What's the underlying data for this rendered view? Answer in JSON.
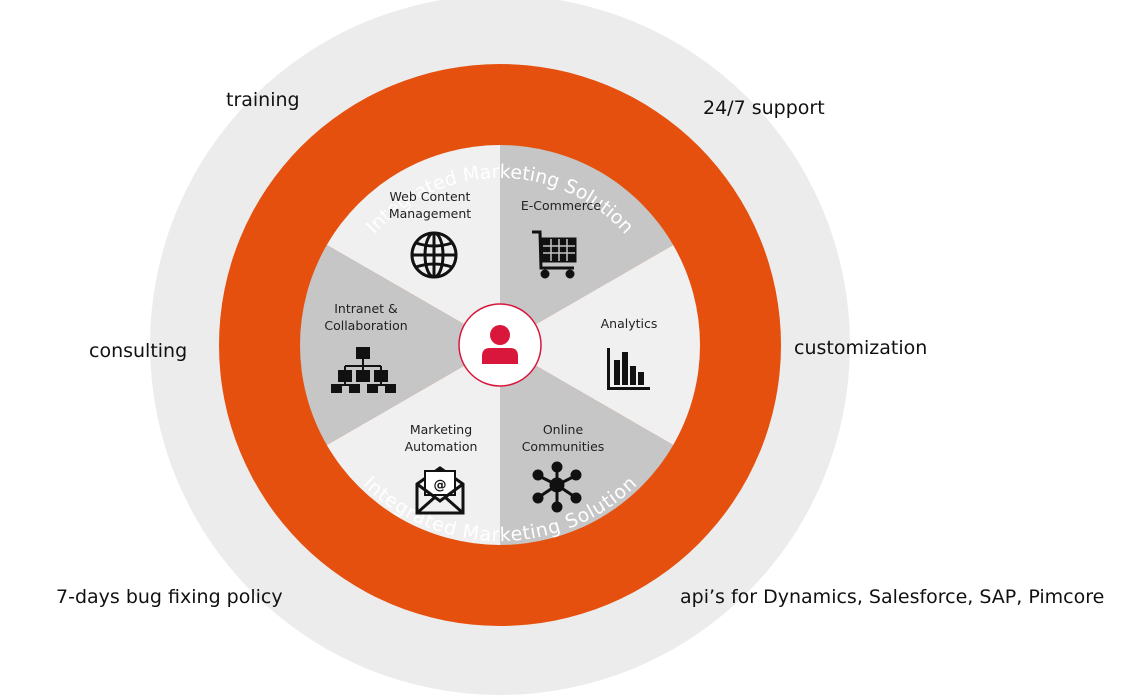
{
  "ring_title_top": "Integrated Marketing Solution",
  "ring_title_bottom": "Integrated Marketing Solution",
  "services": {
    "training": "training",
    "support": "24/7 support",
    "consulting": "consulting",
    "customization": "customization",
    "bug_policy": "7-days bug fixing policy",
    "apis": "api’s for Dynamics, Salesforce, SAP, Pimcore"
  },
  "segments": [
    {
      "line1": "Web Content",
      "line2": "Management",
      "icon": "globe-icon"
    },
    {
      "line1": "E-Commerce",
      "line2": "",
      "icon": "shopping-cart-icon"
    },
    {
      "line1": "Analytics",
      "line2": "",
      "icon": "bar-chart-icon"
    },
    {
      "line1": "Online",
      "line2": "Communities",
      "icon": "network-icon"
    },
    {
      "line1": "Marketing",
      "line2": "Automation",
      "icon": "email-icon"
    },
    {
      "line1": "Intranet &",
      "line2": "Collaboration",
      "icon": "org-chart-icon"
    }
  ],
  "center_icon": "user-icon",
  "colors": {
    "outer_ring": "#ececec",
    "orange_ring": "#e5500f",
    "segment_light": "#f0f0f0",
    "segment_dark": "#c6c6c6",
    "center_accent": "#d9173c"
  }
}
